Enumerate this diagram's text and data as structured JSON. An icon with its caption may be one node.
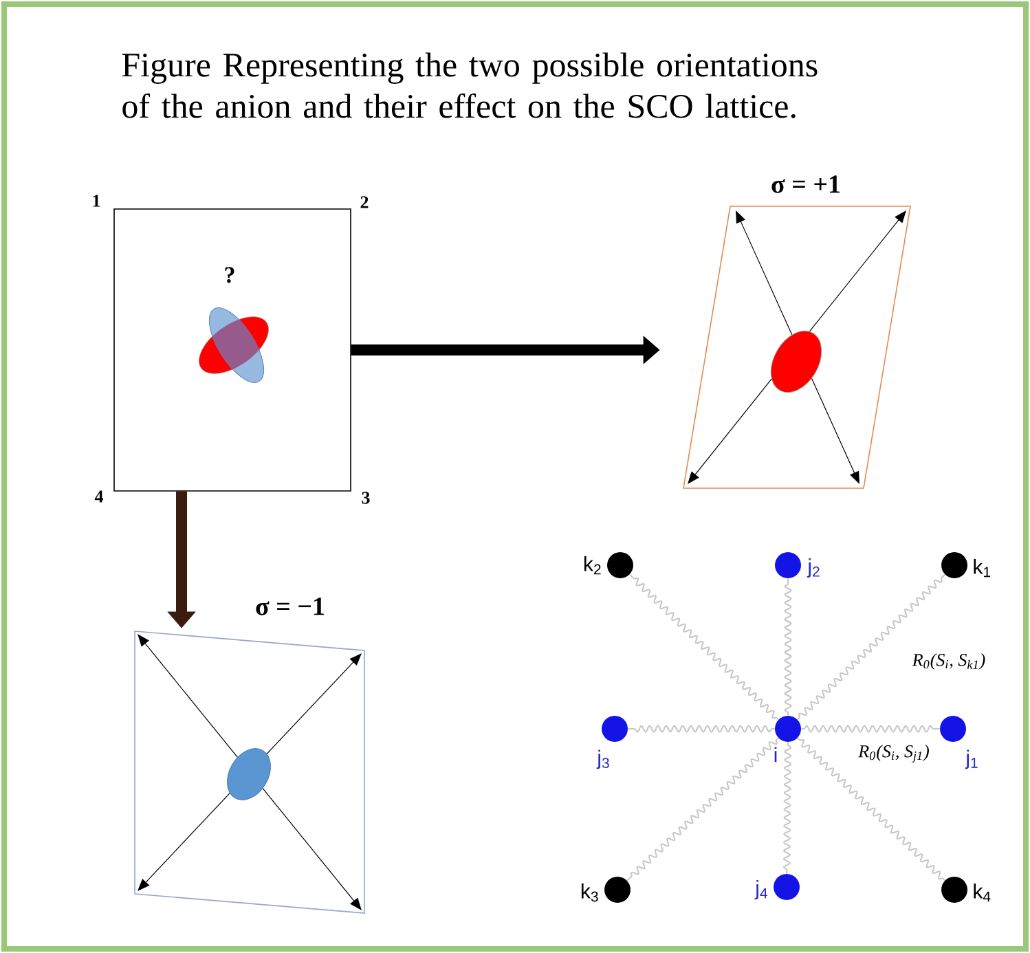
{
  "diagram": {
    "title": "Figure Representing the two possible orientations of the anion and their effect on the SCO lattice.",
    "nodes": [
      {
        "text": [
          "?"
        ],
        "beside": [
          "1",
          "2",
          "3",
          "4"
        ]
      },
      {
        "text": [
          "σ = +1"
        ]
      },
      {
        "text": [
          "σ = −1"
        ]
      },
      {
        "text": [],
        "shape": "circle",
        "beside": [
          "k$_{2}$"
        ]
      },
      {
        "text": [],
        "shape": "circle",
        "beside": [
          "j$_{2}$"
        ]
      },
      {
        "text": [],
        "shape": "circle",
        "beside": [
          "k$_{1}$"
        ]
      },
      {
        "text": [],
        "shape": "circle",
        "beside": [
          "j$_{3}$"
        ]
      },
      {
        "text": [],
        "shape": "circle",
        "beside": [
          "i"
        ]
      },
      {
        "text": [],
        "shape": "circle",
        "beside": [
          "j$_{1}$"
        ]
      },
      {
        "text": [],
        "shape": "circle",
        "beside": [
          "k$_{3}$"
        ]
      },
      {
        "text": [],
        "shape": "circle",
        "beside": [
          "j$_{4}$"
        ]
      },
      {
        "text": [],
        "shape": "circle",
        "beside": [
          "k$_{4}$"
        ]
      }
    ],
    "edges": [
      {
        "from": 0,
        "to": 1,
        "arrow": "to",
        "style": "thick",
        "color": "#000000"
      },
      {
        "from": 0,
        "to": 2,
        "arrow": "to",
        "style": "thick",
        "color": "#3a1d0f"
      },
      {
        "from": 7,
        "to": 3,
        "arrow": "none"
      },
      {
        "from": 7,
        "to": 4,
        "arrow": "none"
      },
      {
        "from": 7,
        "to": 5,
        "arrow": "none",
        "label": "R$_{0}$(S$_{i}$, S$_{k1}$)"
      },
      {
        "from": 7,
        "to": 6,
        "arrow": "none"
      },
      {
        "from": 7,
        "to": 8,
        "arrow": "none",
        "label": "R$_{0}$(S$_{i}$, S$_{j1}$)"
      },
      {
        "from": 7,
        "to": 9,
        "arrow": "none"
      },
      {
        "from": 7,
        "to": 10,
        "arrow": "none"
      },
      {
        "from": 7,
        "to": 11,
        "arrow": "none"
      }
    ]
  }
}
